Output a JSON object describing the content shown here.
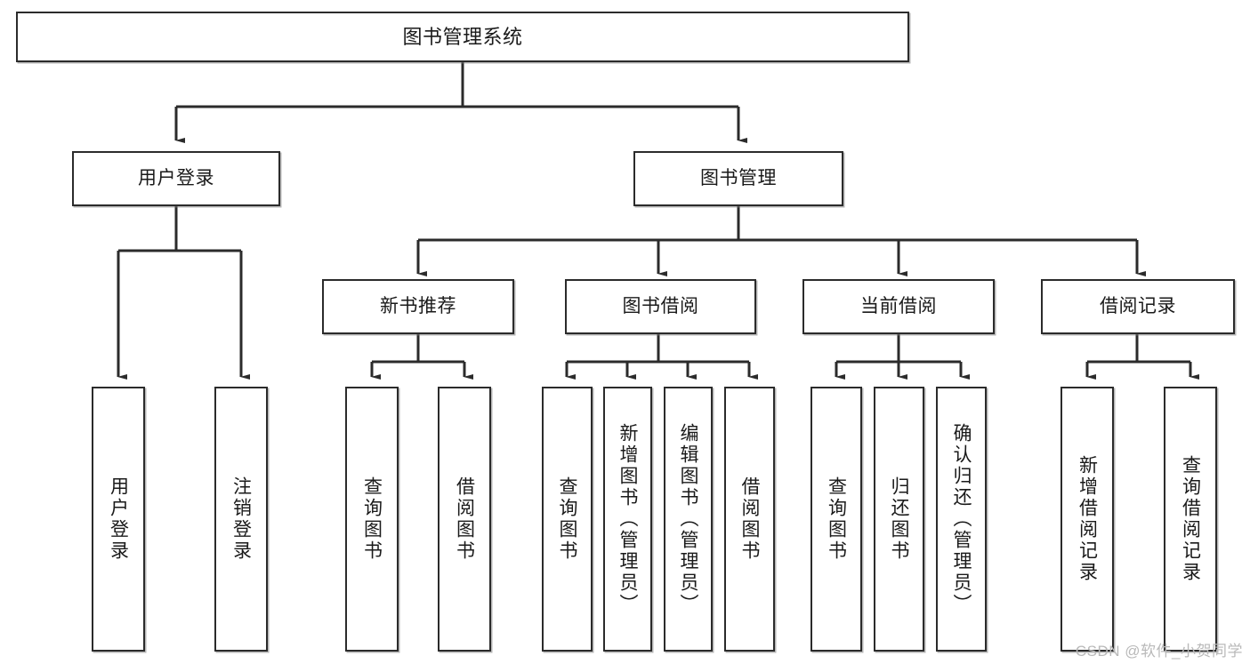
{
  "diagram": {
    "title": "图书管理系统",
    "type": "hierarchy-tree",
    "watermark": "CSDN @软件_小贺同学",
    "colors": {
      "stroke": "#2b2b2b",
      "fill": "#ffffff",
      "text": "#1a1a1a",
      "watermark": "#b9b9b9"
    },
    "nodes": {
      "root": {
        "label": "图书管理系统"
      },
      "level2": [
        {
          "label": "用户登录"
        },
        {
          "label": "图书管理"
        }
      ],
      "level3": [
        {
          "label": "新书推荐"
        },
        {
          "label": "图书借阅"
        },
        {
          "label": "当前借阅"
        },
        {
          "label": "借阅记录"
        }
      ],
      "leaves": {
        "user_login": [
          {
            "label": "用户登录"
          },
          {
            "label": "注销登录"
          }
        ],
        "new_book_recommend": [
          {
            "label": "查询图书"
          },
          {
            "label": "借阅图书"
          }
        ],
        "book_borrow": [
          {
            "label": "查询图书"
          },
          {
            "label": "新增图书（管理员）"
          },
          {
            "label": "编辑图书（管理员）"
          },
          {
            "label": "借阅图书"
          }
        ],
        "current_borrow": [
          {
            "label": "查询图书"
          },
          {
            "label": "归还图书"
          },
          {
            "label": "确认归还（管理员）"
          }
        ],
        "borrow_record": [
          {
            "label": "新增借阅记录"
          },
          {
            "label": "查询借阅记录"
          }
        ]
      }
    }
  }
}
